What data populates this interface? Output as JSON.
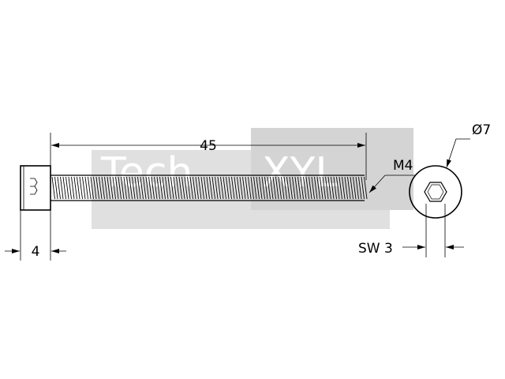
{
  "watermark": {
    "word1": "Tech",
    "word2": "XYL"
  },
  "dimensions": {
    "length": "45",
    "head_height": "4",
    "thread": "M4",
    "head_diameter": "Ø7",
    "hex_socket": "SW 3"
  },
  "colors": {
    "line": "#000000",
    "watermark_gray": "#d9d9d9",
    "watermark_white": "#ffffff"
  }
}
